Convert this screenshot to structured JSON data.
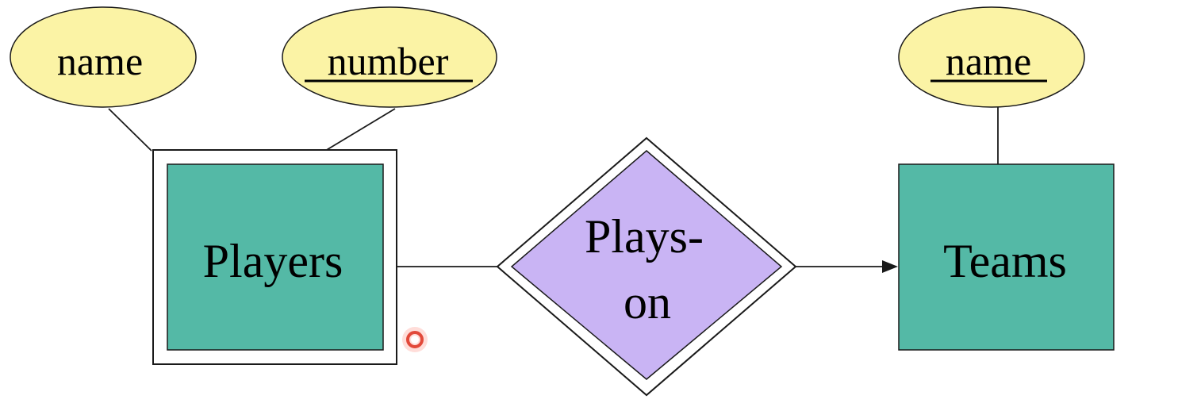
{
  "attributes": {
    "player_name": "name",
    "player_number": "number",
    "team_name": "name"
  },
  "entities": {
    "players": "Players",
    "teams": "Teams"
  },
  "relationship": {
    "line1": "Plays-",
    "line2": "on"
  },
  "key_attributes": [
    "number",
    "name (Teams)"
  ],
  "colors": {
    "attribute_fill": "#fbf3a5",
    "entity_fill": "#54b9a6",
    "relationship_fill": "#c9b4f4",
    "stroke": "#1a1a1a",
    "cursor": "#e2493a"
  }
}
